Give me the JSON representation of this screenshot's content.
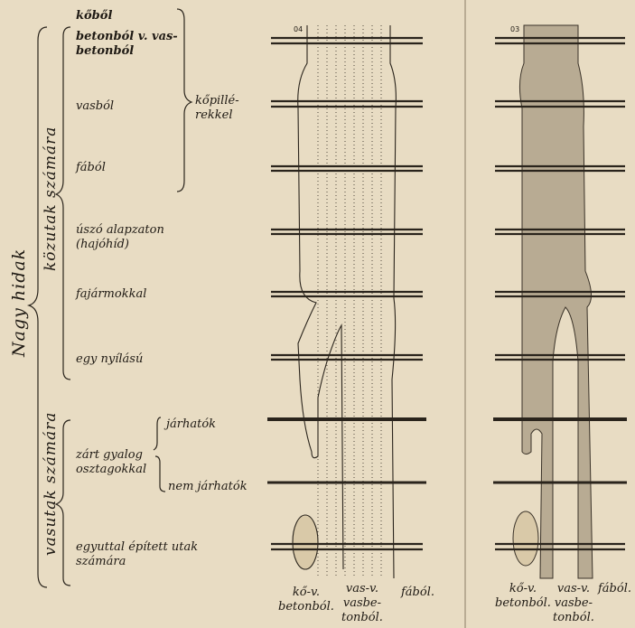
{
  "title_vertical": "Nagy hidak",
  "group_road": "közutak számára",
  "group_rail": "vasutak számára",
  "road_materials": {
    "stone": "kőből",
    "concrete": "betonból v. vas-\nbetonból",
    "iron": "vasból",
    "wood": "fából",
    "pier_label": "kőpillé-\nrekkel"
  },
  "road_types": {
    "floating": "úszó alapzaton\n(hajóhíd)",
    "trestle": "fajármokkal",
    "single_span": "egy nyílású"
  },
  "rail_types": {
    "troop": "zárt gyalog\nosztagokkal",
    "passable": "járhatók",
    "impassable": "nem járhatók",
    "combined": "egyuttal épített utak\nszámára"
  },
  "bottom_left": {
    "stone_concrete": "kő-v.\nbetonból.",
    "iron_concrete": "vas-v.\nvasbe-\ntonból.",
    "wood": "fából."
  },
  "bottom_right": {
    "stone_concrete": "kő-v.\nbetonból.",
    "iron_concrete": "vas-v.\nvasbe-\ntonból.",
    "wood": "fából."
  },
  "tree_codes": [
    "04",
    "03"
  ]
}
